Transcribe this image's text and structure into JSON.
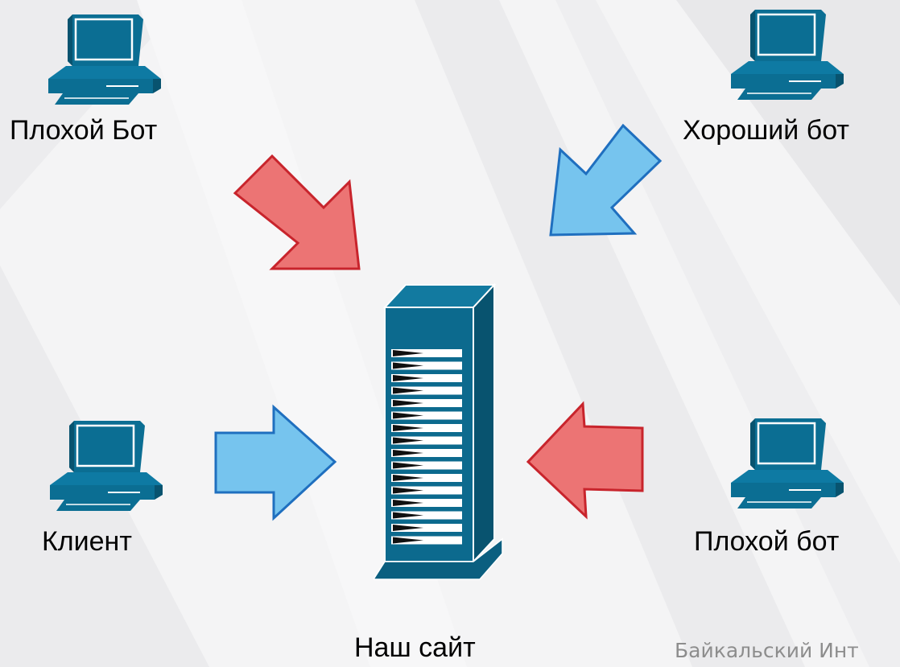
{
  "diagram": {
    "site_label": "Наш сайт",
    "nodes": {
      "top_left": {
        "label": "Плохой Бот",
        "kind": "bad"
      },
      "top_right": {
        "label": "Хороший бот",
        "kind": "good"
      },
      "bottom_left": {
        "label": "Клиент",
        "kind": "good"
      },
      "bottom_right": {
        "label": "Плохой бот",
        "kind": "bad"
      }
    },
    "watermark": "Байкальский Инт",
    "colors": {
      "computer": "#0b6e93",
      "computer_dark": "#08536f",
      "server": "#0c6a8e",
      "bad_arrow_fill": "#ec7474",
      "bad_arrow_stroke": "#c8242c",
      "good_arrow_fill": "#76c4ee",
      "good_arrow_stroke": "#1f6fbf"
    },
    "icons": {
      "client": "desktop-computer-icon",
      "server": "server-tower-icon"
    }
  }
}
